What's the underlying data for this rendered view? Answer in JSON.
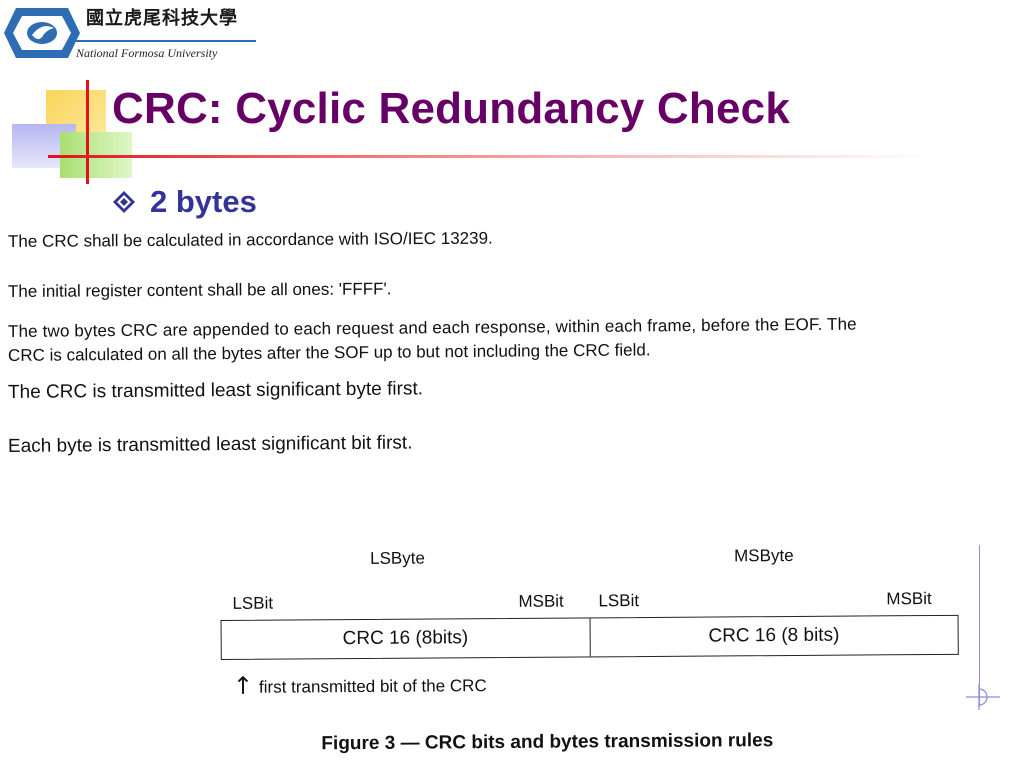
{
  "logo": {
    "chinese_name": "國立虎尾科技大學",
    "english_name": "National Formosa University",
    "icon": "nfu-logo-icon"
  },
  "slide": {
    "title": "CRC: Cyclic Redundancy Check",
    "bullet": {
      "icon": "diamond-bullet-icon",
      "text": "2 bytes"
    }
  },
  "spec_text": {
    "p1": "The CRC shall be calculated in accordance with ISO/IEC 13239.",
    "p2": "The initial register content shall be all ones: 'FFFF'.",
    "p3_line1": "The two bytes CRC are appended to each request and each response, within each frame, before the EOF. The",
    "p3_line2": "CRC is calculated on all the bytes after the SOF up to but not including the CRC field.",
    "p4": "The CRC is transmitted least significant byte first.",
    "p5": "Each byte is transmitted least significant bit first."
  },
  "figure": {
    "lsbyte_label": "LSByte",
    "msbyte_label": "MSByte",
    "lsbit_1": "LSBit",
    "msbit_1": "MSBit",
    "lsbit_2": "LSBit",
    "msbit_2": "MSBit",
    "cell_1": "CRC 16 (8bits)",
    "cell_2": "CRC 16 (8 bits)",
    "arrow_glyph": "↑",
    "arrow_note": "first transmitted bit of the CRC",
    "caption": "Figure 3 — CRC bits and bytes transmission rules"
  },
  "colors": {
    "title": "#660066",
    "bullet_text": "#333399",
    "accent_red": "#e0121c"
  }
}
